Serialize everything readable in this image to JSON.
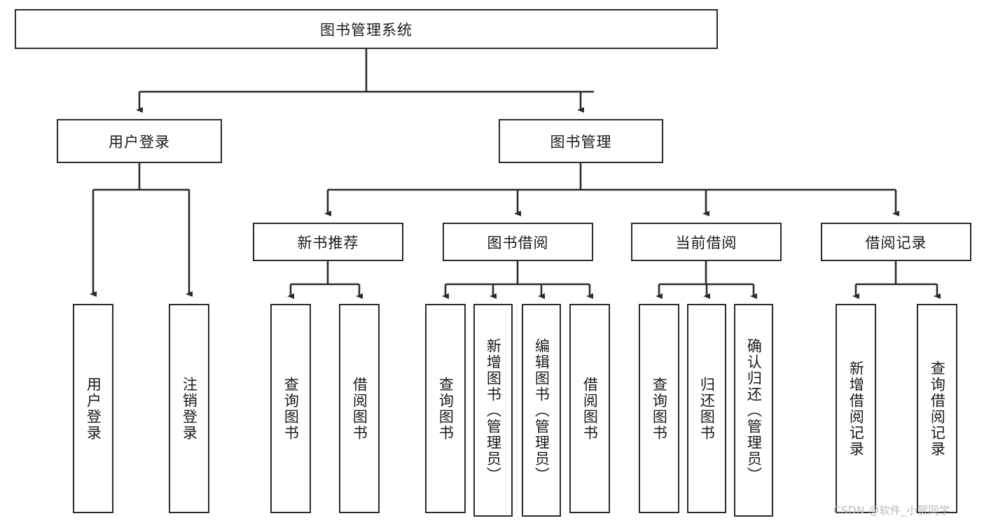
{
  "diagram": {
    "type": "tree",
    "title": "图书管理系统",
    "root": {
      "id": "root",
      "label": "图书管理系统"
    },
    "level1": [
      {
        "id": "user-login",
        "label": "用户登录"
      },
      {
        "id": "book-manage",
        "label": "图书管理"
      }
    ],
    "level2": [
      {
        "id": "new-book-rec",
        "label": "新书推荐",
        "parent": "book-manage"
      },
      {
        "id": "book-borrow",
        "label": "图书借阅",
        "parent": "book-manage"
      },
      {
        "id": "current-borrow",
        "label": "当前借阅",
        "parent": "book-manage"
      },
      {
        "id": "borrow-record",
        "label": "借阅记录",
        "parent": "book-manage"
      }
    ],
    "leaves": [
      {
        "id": "leaf-user-login",
        "label": "用户登录",
        "parent": "user-login"
      },
      {
        "id": "leaf-logout-login",
        "label": "注销登录",
        "parent": "user-login"
      },
      {
        "id": "leaf-query-book-1",
        "label": "查询图书",
        "parent": "new-book-rec"
      },
      {
        "id": "leaf-borrow-book-1",
        "label": "借阅图书",
        "parent": "new-book-rec"
      },
      {
        "id": "leaf-query-book-2",
        "label": "查询图书",
        "parent": "book-borrow"
      },
      {
        "id": "leaf-add-book",
        "label": "新增图书（管理员）",
        "parent": "book-borrow"
      },
      {
        "id": "leaf-edit-book",
        "label": "编辑图书（管理员）",
        "parent": "book-borrow"
      },
      {
        "id": "leaf-borrow-book-2",
        "label": "借阅图书",
        "parent": "book-borrow"
      },
      {
        "id": "leaf-query-book-3",
        "label": "查询图书",
        "parent": "current-borrow"
      },
      {
        "id": "leaf-return-book",
        "label": "归还图书",
        "parent": "current-borrow"
      },
      {
        "id": "leaf-confirm-return",
        "label": "确认归还（管理员）",
        "parent": "current-borrow"
      },
      {
        "id": "leaf-add-record",
        "label": "新增借阅记录",
        "parent": "borrow-record"
      },
      {
        "id": "leaf-query-record",
        "label": "查询借阅记录",
        "parent": "borrow-record"
      }
    ],
    "colors": {
      "stroke": "#2b2b2b",
      "fill": "#ffffff",
      "text": "#1a1a1a",
      "watermark": "#b9b9b9"
    }
  },
  "watermark": {
    "text": "CSDN @软件_小贺同学"
  }
}
